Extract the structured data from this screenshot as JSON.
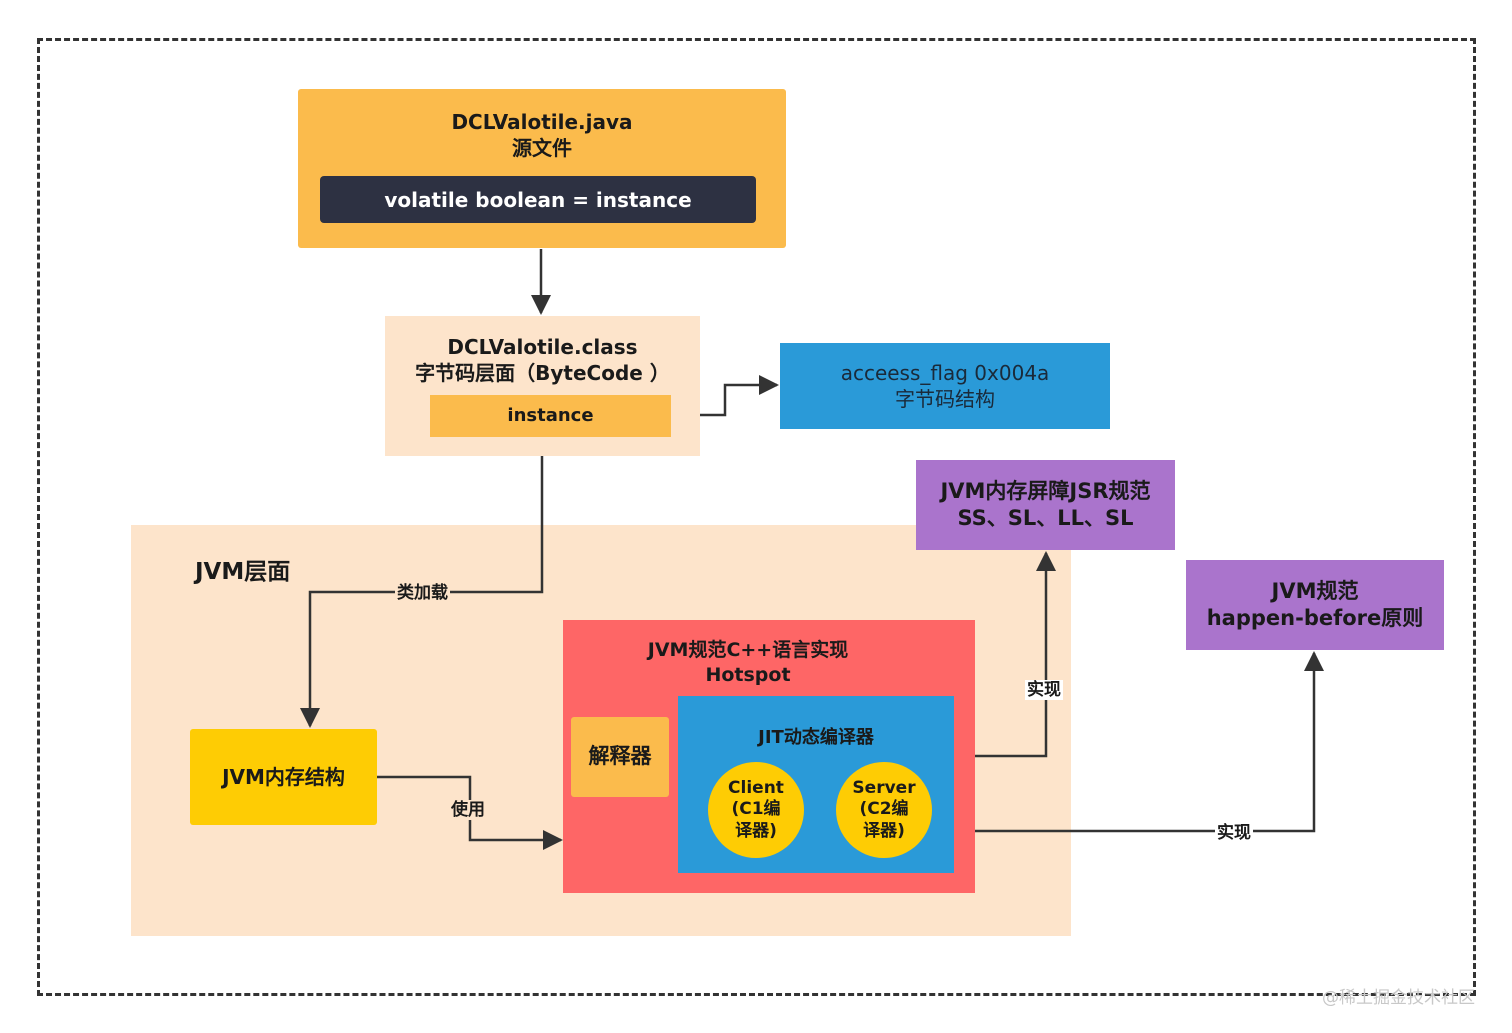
{
  "source_file": {
    "filename": "DCLValotile.java",
    "subtitle": "源文件",
    "code": "volatile boolean = instance"
  },
  "bytecode": {
    "filename": "DCLValotile.class",
    "subtitle": "字节码层面（ByteCode ）",
    "field": "instance"
  },
  "access_flag": {
    "line1": "acceess_flag 0x004a",
    "line2": "字节码结构"
  },
  "jsr": {
    "line1": "JVM内存屏障JSR规范",
    "line2": "SS、SL、LL、SL"
  },
  "happen_before": {
    "line1": "JVM规范",
    "line2": "happen-before原则"
  },
  "jvm_level": {
    "label": "JVM层面",
    "memory_structure": "JVM内存结构"
  },
  "hotspot": {
    "line1": "JVM规范C++语言实现",
    "line2": "Hotspot",
    "interpreter": "解释器",
    "jit": {
      "title": "JIT动态编译器",
      "client": "Client\n(C1编\n译器)",
      "server": "Server\n(C2编\n译器)"
    }
  },
  "edges": {
    "class_loading": "类加载",
    "use": "使用",
    "implements_jsr": "实现",
    "implements_hb": "实现"
  },
  "colors": {
    "orange": "#fbbb4c",
    "dark_navy": "#2d3142",
    "peach": "#fde4cb",
    "blue": "#2a9ad8",
    "purple": "#aa74cc",
    "yellow": "#fecc04",
    "red": "#fe6666"
  },
  "watermark": "@稀土掘金技术社区"
}
